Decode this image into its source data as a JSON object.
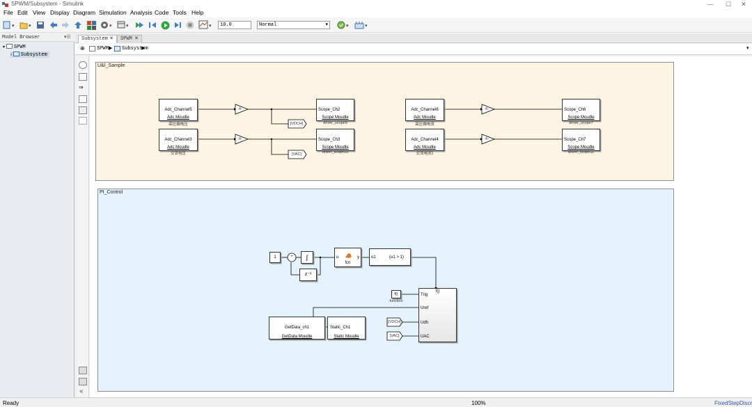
{
  "window": {
    "title": "SPWM/Subsystem - Simulink",
    "controls": [
      "—",
      "☐",
      "✕"
    ]
  },
  "menu": [
    "File",
    "Edit",
    "View",
    "Display",
    "Diagram",
    "Simulation",
    "Analysis",
    "Code",
    "Tools",
    "Help"
  ],
  "toolbar": {
    "stop_time": "10.0",
    "sim_mode": "Normal"
  },
  "browser": {
    "header": "Model Browser",
    "header_icon": "▾☰",
    "tree": [
      "SPWM",
      "Subsystem"
    ]
  },
  "tabs": [
    {
      "label": "Subsystem",
      "close": "✕"
    },
    {
      "label": "SPWM",
      "close": "✕"
    }
  ],
  "breadcrumb": [
    "SPWM",
    "Subsystem"
  ],
  "udi": {
    "title": "U&I_Sample",
    "adc": [
      {
        "name": "Adc_Channel5",
        "sub": "Adc Moudle",
        "label": "高压端电压"
      },
      {
        "name": "Adc_Channel3",
        "sub": "Adc Moudle",
        "label": "交流电压"
      },
      {
        "name": "Adc_Channel6",
        "sub": "Adc Moudle",
        "label": "高压端电流"
      },
      {
        "name": "Adc_Channel4",
        "sub": "Adc Moudle",
        "label": "交流电流1"
      }
    ],
    "gain": "-K-",
    "scopes": [
      {
        "name": "Scope_Ch2",
        "sub": "Scope Moudle",
        "label": "driver_scope9"
      },
      {
        "name": "Scope_Ch3",
        "sub": "Scope Moudle",
        "label": "driver_scope10"
      },
      {
        "name": "Scope_Ch6",
        "sub": "Scope Moudle",
        "label": "driver_scope7"
      },
      {
        "name": "Scope_Ch7",
        "sub": "Scope Moudle",
        "label": "driver_scope11"
      }
    ],
    "gotos": [
      "[VDCH]",
      "[VAC]"
    ]
  },
  "pi": {
    "title": "PI_Control",
    "const": "1",
    "sum_sign": "+",
    "sat": "∫",
    "delay": "z⁻¹",
    "fcn": {
      "in": "u",
      "out": "y",
      "name": "fcn"
    },
    "compare": {
      "in": "u1",
      "expr": "(u1 > 1)"
    },
    "trigger": {
      "text": "f()",
      "label": "function"
    },
    "fsub": {
      "title": "f()",
      "ports": [
        "Trig",
        "Uref",
        "Udh",
        "UAC"
      ]
    },
    "getdata": {
      "name": "GetData_ch1",
      "sub": "GetData Moudle"
    },
    "static": {
      "name": "Static_Ch1",
      "sub": "Static Moudle"
    },
    "froms": [
      "[VDCH]",
      "[VAC]"
    ]
  },
  "status": {
    "left": "Ready",
    "zoom": "100%",
    "solver": "FixedStepDiscrete"
  }
}
